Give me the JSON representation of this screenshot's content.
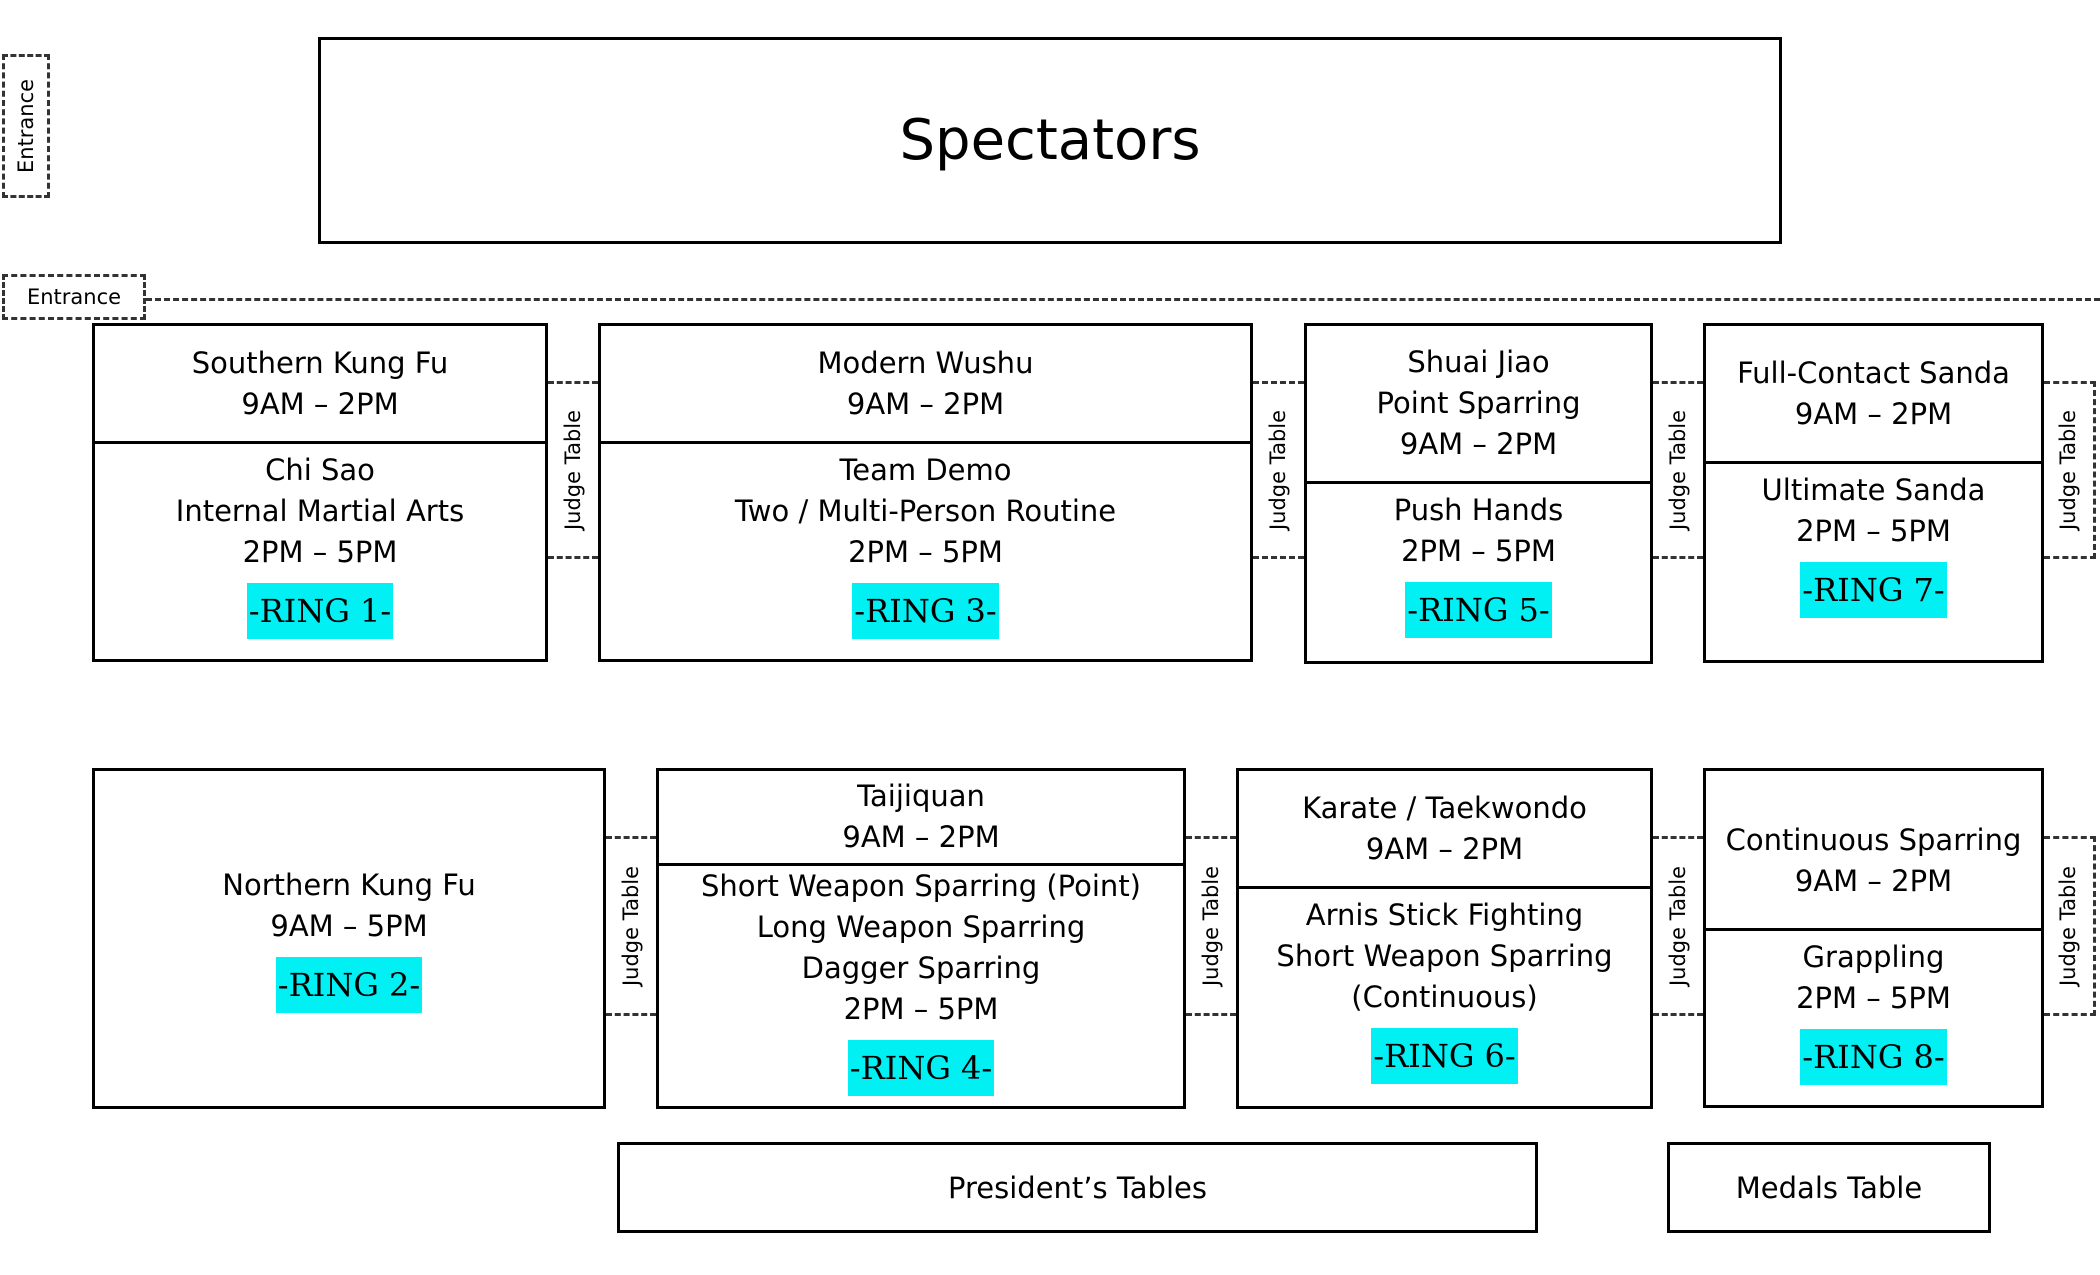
{
  "spectators": "Spectators",
  "entrances": [
    "Entrance",
    "Entrance"
  ],
  "judge_table": "Judge Table",
  "rings": [
    {
      "label": "-RING 1-",
      "top": [
        "Southern Kung Fu",
        "9AM – 2PM"
      ],
      "bottom": [
        "Chi Sao",
        "Internal Martial Arts",
        "2PM – 5PM"
      ]
    },
    {
      "label": "-RING 3-",
      "top": [
        "Modern Wushu",
        "9AM – 2PM"
      ],
      "bottom": [
        "Team Demo",
        "Two / Multi-Person Routine",
        "2PM – 5PM"
      ]
    },
    {
      "label": "-RING 5-",
      "top": [
        "Shuai Jiao",
        "Point Sparring",
        "9AM – 2PM"
      ],
      "bottom": [
        "Push Hands",
        "2PM – 5PM"
      ]
    },
    {
      "label": "-RING 7-",
      "top": [
        "Full-Contact Sanda",
        "9AM – 2PM"
      ],
      "bottom": [
        "Ultimate Sanda",
        "2PM – 5PM"
      ]
    },
    {
      "label": "-RING 2-",
      "full": [
        "Northern Kung Fu",
        "9AM – 5PM"
      ]
    },
    {
      "label": "-RING 4-",
      "top": [
        "Taijiquan",
        "9AM – 2PM"
      ],
      "bottom": [
        "Short Weapon Sparring (Point)",
        "Long Weapon Sparring",
        "Dagger Sparring",
        "2PM – 5PM"
      ]
    },
    {
      "label": "-RING 6-",
      "top": [
        "Karate / Taekwondo",
        "9AM – 2PM"
      ],
      "bottom": [
        "Arnis Stick Fighting",
        "Short Weapon Sparring",
        "(Continuous)"
      ]
    },
    {
      "label": "-RING 8-",
      "top": [
        "Continuous Sparring",
        "9AM – 2PM"
      ],
      "bottom": [
        "Grappling",
        "2PM – 5PM"
      ]
    }
  ],
  "presidents_tables": "President’s Tables",
  "medals_table": "Medals Table"
}
